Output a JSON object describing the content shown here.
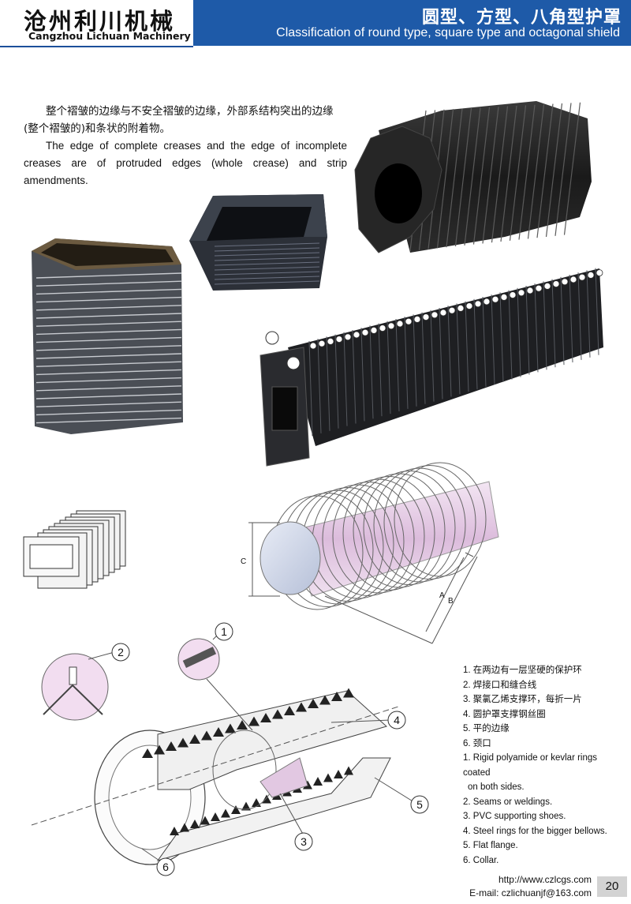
{
  "header": {
    "brand_cn": "沧州利川机械",
    "brand_en": "Cangzhou Lichuan Machinery",
    "title_cn": "圆型、方型、八角型护罩",
    "title_en": "Classification of round type, square type and octagonal shield",
    "colors": {
      "bar": "#1e5aa8",
      "line": "#1c4f9a"
    }
  },
  "intro": {
    "cn": "整个褶皱的边缘与不安全褶皱的边缘，外部系结构突出的边缘(整个褶皱的)和条状的附着物。",
    "en": "The edge of complete creases and the edge of incomplete creases are of protruded edges (whole crease) and strip amendments."
  },
  "diagram": {
    "dimension_labels": [
      "C",
      "A",
      "B"
    ],
    "callouts": [
      "1",
      "2",
      "3",
      "4",
      "5",
      "6"
    ]
  },
  "legend": {
    "cn": [
      "1. 在两边有一层坚硬的保护环",
      "2. 焊接口和缝合线",
      "3. 聚氯乙烯支撑环，每折一片",
      "4. 圆护罩支撑钢丝圈",
      "5. 平的边缘",
      "6. 颈口"
    ],
    "en_1a": "1. Rigid polyamide or kevlar rings coated",
    "en_1b": "on both sides.",
    "en": [
      "2. Seams or weldings.",
      "3. PVC supporting shoes.",
      "4. Steel rings for the bigger bellows.",
      "5. Flat flange.",
      "6. Collar."
    ]
  },
  "footer": {
    "url": "http://www.czlcgs.com",
    "email": "E-mail: czlichuanjf@163.com",
    "page": "20"
  }
}
